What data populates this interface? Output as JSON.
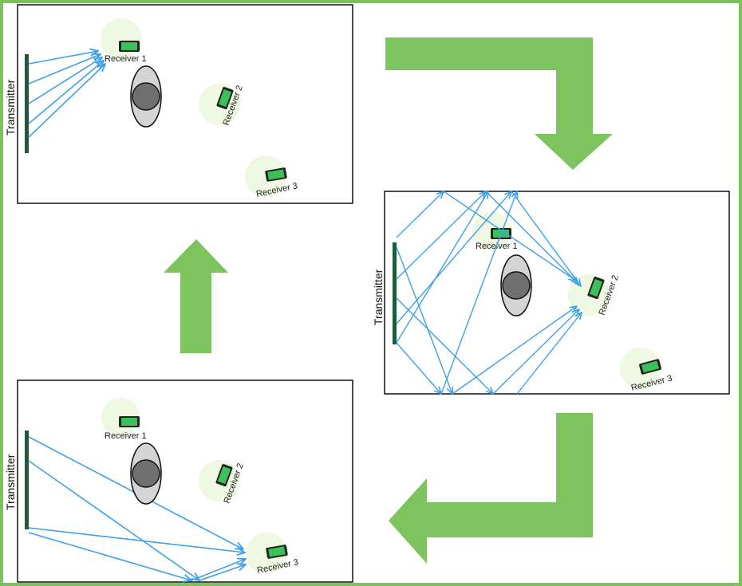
{
  "colors": {
    "frame_border": "#7cc25a",
    "arrow_fill": "#7ec45e",
    "beam": "#3da0e8",
    "transmitter_bar": "#1d5a3a",
    "receiver_glow": "#eef8e2",
    "phone_screen": "#3cc05c",
    "phone_body": "#222222",
    "obstacle_outer": "#d4d4d4",
    "obstacle_inner": "#707070",
    "panel_border": "#111111"
  },
  "icons": {
    "phone": "phone-icon",
    "obstacle": "person-obstacle-icon",
    "flow_arrow": "block-arrow-icon"
  },
  "panels": [
    {
      "id": "top-left",
      "transmitter_label": "Transmitter",
      "receivers": [
        {
          "label": "Receiver 1"
        },
        {
          "label": "Receiver 2"
        },
        {
          "label": "Receiver 3"
        }
      ]
    },
    {
      "id": "right",
      "transmitter_label": "Transmitter",
      "receivers": [
        {
          "label": "Receiver 1"
        },
        {
          "label": "Receiver 2"
        },
        {
          "label": "Receiver 3"
        }
      ]
    },
    {
      "id": "bottom-left",
      "transmitter_label": "Transmitter",
      "receivers": [
        {
          "label": "Receiver 1"
        },
        {
          "label": "Receiver 2"
        },
        {
          "label": "Receiver 3"
        }
      ]
    }
  ]
}
